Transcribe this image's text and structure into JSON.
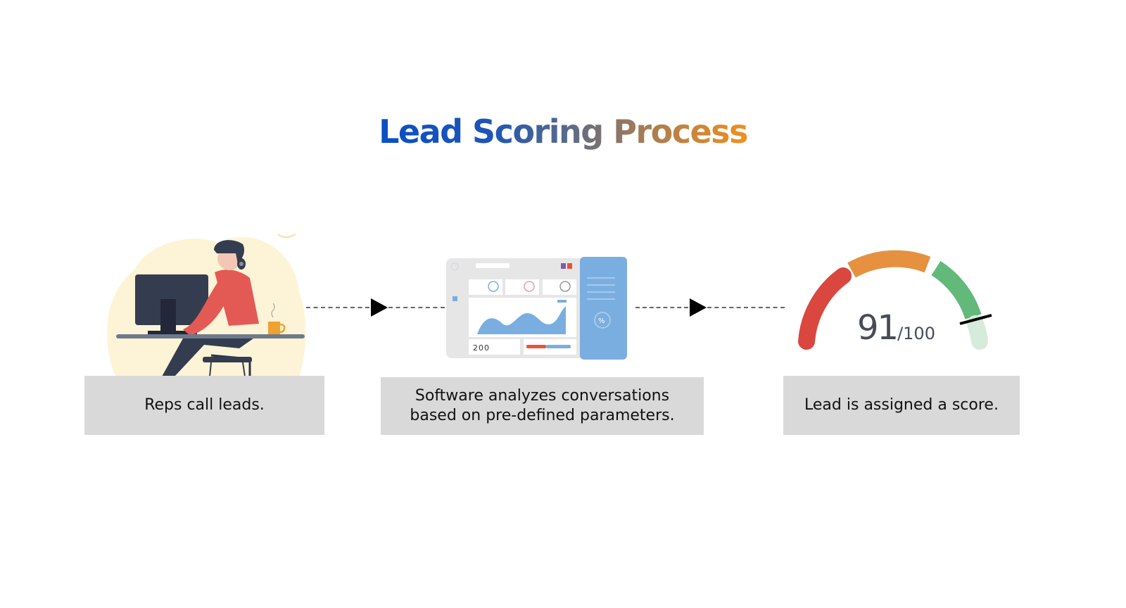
{
  "title": "Lead Scoring Process",
  "steps": [
    {
      "caption": "Reps call leads.",
      "illustration": "person-at-computer-with-headset"
    },
    {
      "caption_line1": "Software analyzes conversations",
      "caption_line2": "based on pre-defined parameters.",
      "illustration": "analytics-dashboard"
    },
    {
      "caption": "Lead is assigned a score.",
      "illustration": "score-gauge"
    }
  ],
  "dashboard": {
    "counter": "200",
    "percent_symbol": "%"
  },
  "gauge": {
    "score": "91",
    "max": "/100",
    "colors": {
      "low": "#d9473f",
      "mid": "#e5913f",
      "high": "#62b97a",
      "remaining": "#d5ebdc"
    }
  },
  "colors": {
    "title_start": "#0a4fc4",
    "title_end": "#f0901e",
    "caption_bg": "#d9d9d9"
  }
}
